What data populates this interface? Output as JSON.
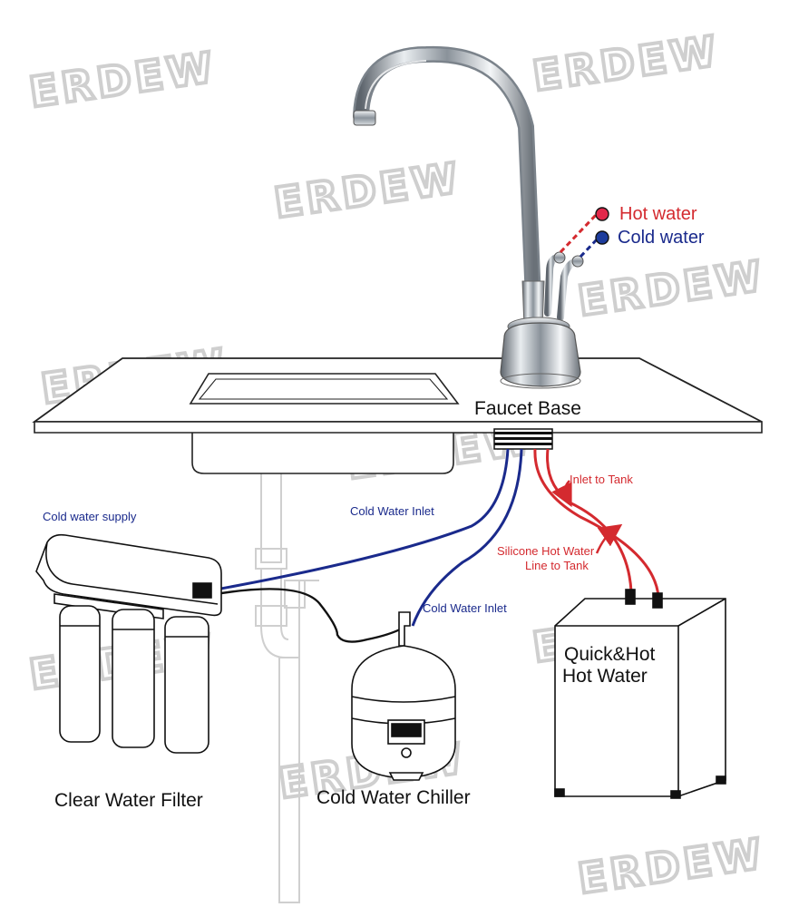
{
  "colors": {
    "hot": "#d42a2f",
    "cold": "#1a2a8c",
    "hot_dot": "#e1284a",
    "cold_dot": "#1d3c9c",
    "outline": "#222222",
    "ghost": "#cfcfcf"
  },
  "legend": {
    "hot": "Hot water",
    "cold": "Cold water"
  },
  "labels": {
    "faucet_base": "Faucet Base",
    "cold_water_supply": "Cold water supply",
    "cold_water_inlet_1": "Cold Water Inlet",
    "cold_water_inlet_2": "Cold Water Inlet",
    "inlet_to_tank": "Inlet to Tank",
    "silicone_line_1": "Silicone Hot Water",
    "silicone_line_2": "Line to Tank",
    "heater_1": "Quick&Hot",
    "heater_2": "Hot Water",
    "filter": "Clear Water Filter",
    "chiller": "Cold Water Chiller"
  },
  "watermark": "ERDEW"
}
